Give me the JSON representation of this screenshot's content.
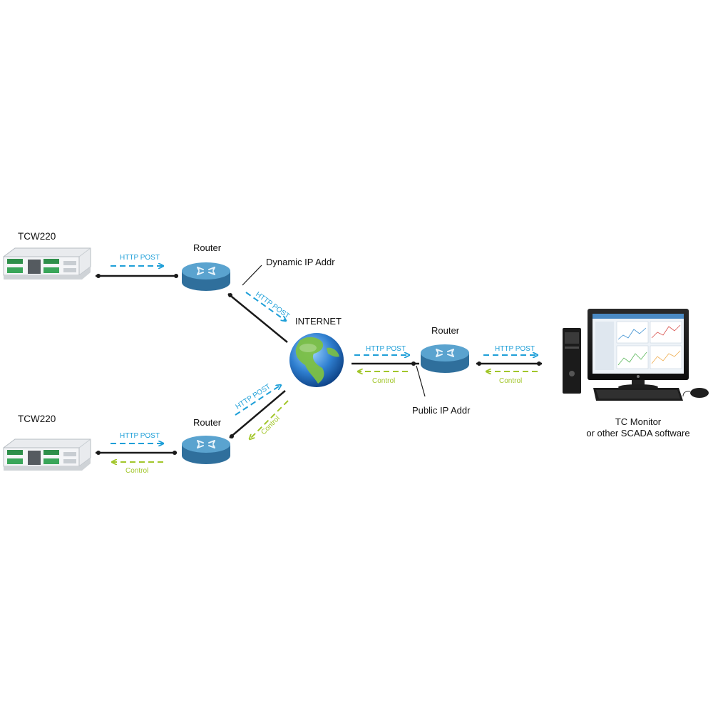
{
  "devices": {
    "top_device_label": "TCW220",
    "bottom_device_label": "TCW220",
    "router_top_label": "Router",
    "router_bottom_label": "Router",
    "router_right_label": "Router",
    "internet_label": "INTERNET",
    "monitor_label_line1": "TC Monitor",
    "monitor_label_line2": "or other SCADA software"
  },
  "annotations": {
    "dynamic_ip": "Dynamic IP Addr",
    "public_ip": "Public IP Addr"
  },
  "flows": {
    "http_post": "HTTP POST",
    "control": "Control"
  },
  "colors": {
    "http_post": "#1e9fd8",
    "control": "#a2c62a",
    "router_body": "#3f86b4",
    "router_top": "#5aa3cf",
    "link": "#1a1a1a"
  },
  "icons": {
    "device": "io-controller-icon",
    "router": "router-icon",
    "internet": "globe-icon",
    "computer": "desktop-computer-icon"
  }
}
